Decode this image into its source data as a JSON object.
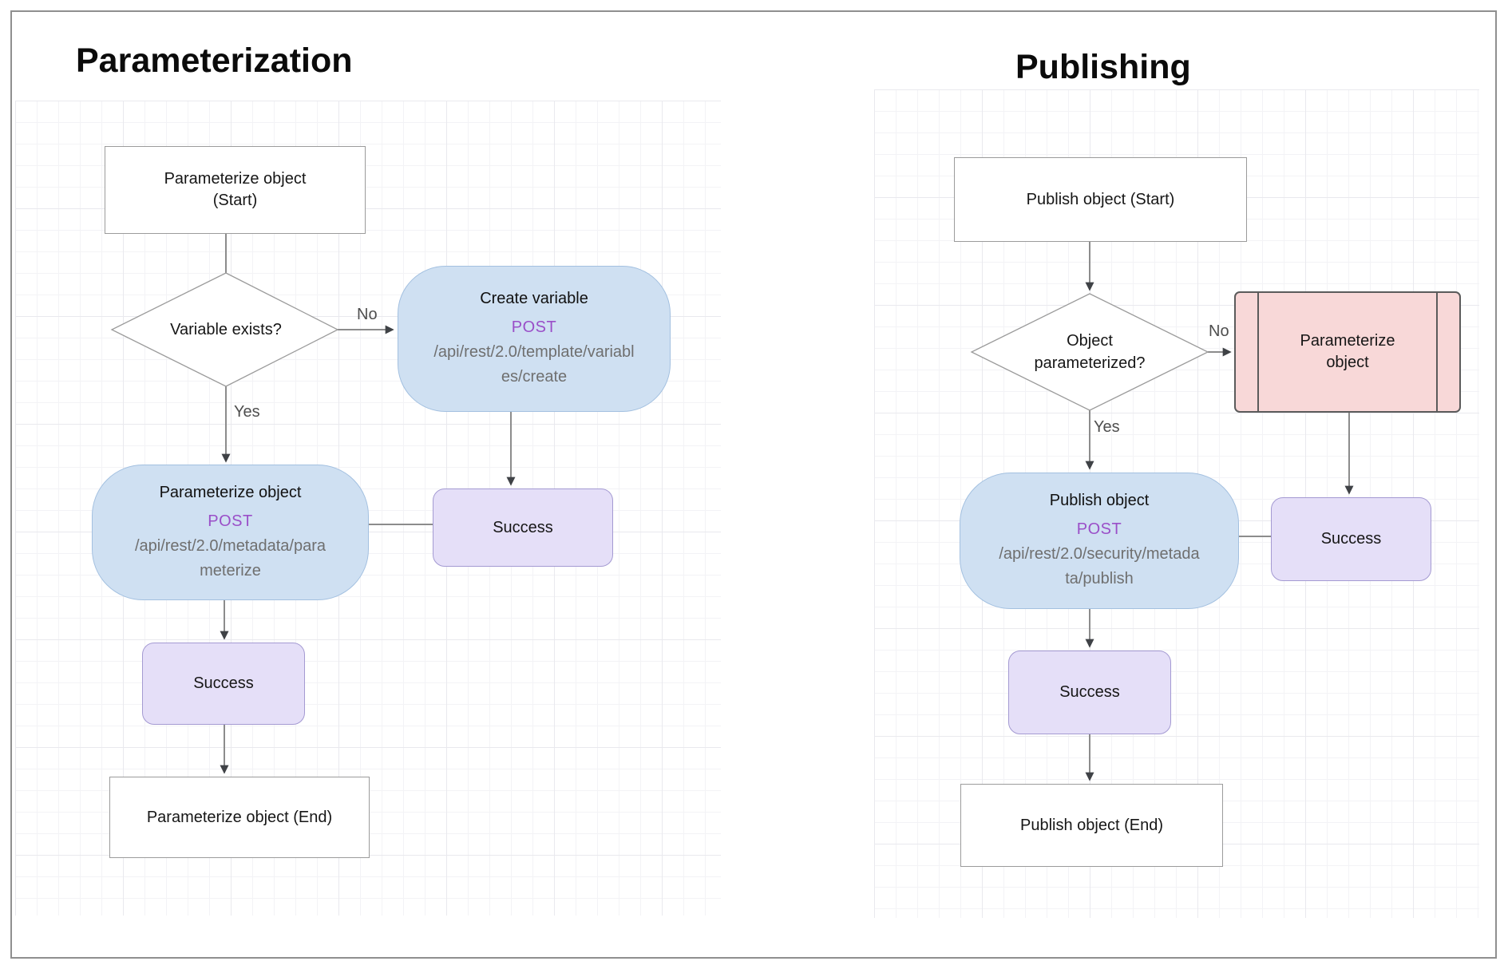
{
  "left": {
    "title": "Parameterization",
    "start": "Parameterize object (Start)",
    "decision": "Variable exists?",
    "no": "No",
    "yes": "Yes",
    "api_create": {
      "title": "Create variable",
      "method": "POST",
      "path": "/api/rest/2.0/template/variables/create"
    },
    "api_param": {
      "title": "Parameterize object",
      "method": "POST",
      "path": "/api/rest/2.0/metadata/parameterize"
    },
    "success_create": "Success",
    "success_param": "Success",
    "end": "Parameterize object (End)"
  },
  "right": {
    "title": "Publishing",
    "start": "Publish object (Start)",
    "decision": "Object parameterized?",
    "no": "No",
    "yes": "Yes",
    "subprocess": "Parameterize object",
    "api_publish": {
      "title": "Publish object",
      "method": "POST",
      "path": "/api/rest/2.0/security/metadata/publish"
    },
    "success_subprocess": "Success",
    "success_publish": "Success",
    "end": "Publish object (End)"
  },
  "colors": {
    "api_node_fill": "#cfe0f2",
    "api_node_border": "#a3c0e0",
    "success_fill": "#e5dff8",
    "success_border": "#a49ad2",
    "subprocess_fill": "#f8d8d8",
    "subprocess_border": "#5b5b5b",
    "method_text": "#9a4fc8",
    "endpoint_text": "#6f6f6f",
    "connector": "#8c8c8c",
    "arrowhead": "#3f4246"
  }
}
